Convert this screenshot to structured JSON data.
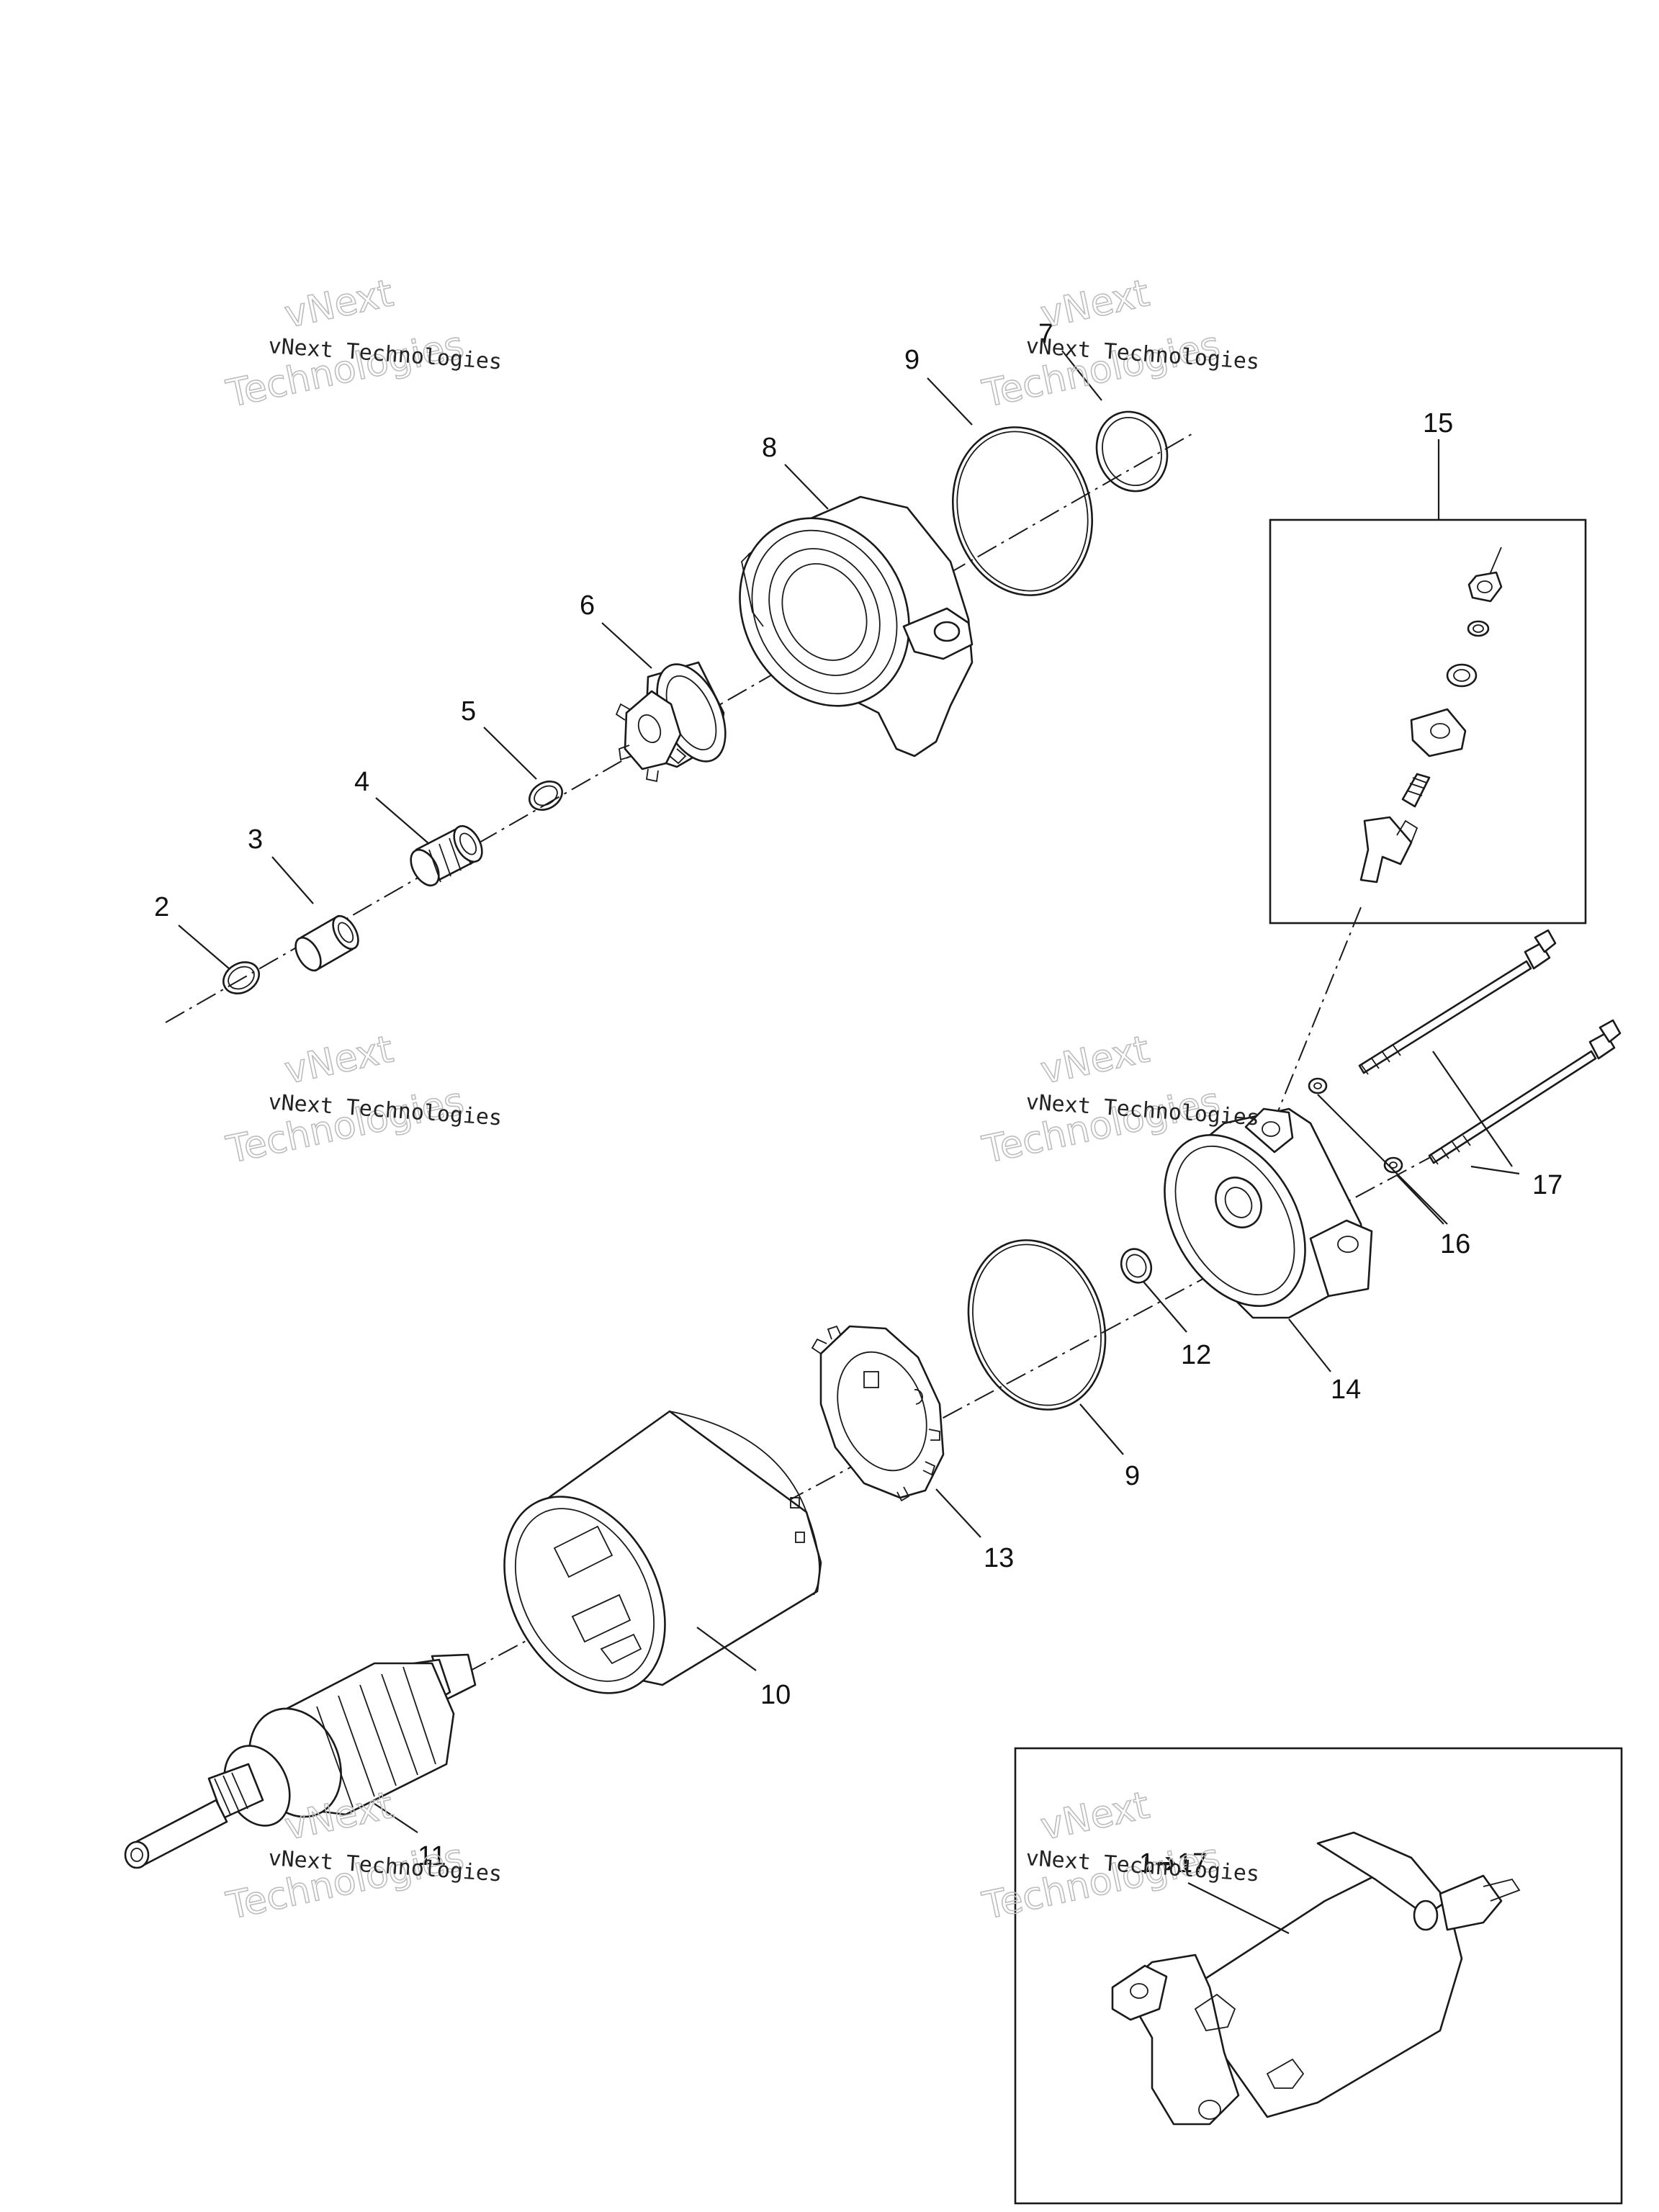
{
  "callouts": {
    "c2": "2",
    "c3": "3",
    "c4": "4",
    "c5": "5",
    "c6": "6",
    "c7": "7",
    "c8": "8",
    "c9_top": "9",
    "c9_bottom": "9",
    "c10": "10",
    "c11": "11",
    "c12": "12",
    "c13": "13",
    "c14": "14",
    "c15": "15",
    "c16": "16",
    "c17": "17",
    "assembly": "1➔17"
  },
  "watermark": {
    "line1": "vNext Technologies",
    "line2a": "vNext",
    "line2b": "Technologies"
  }
}
